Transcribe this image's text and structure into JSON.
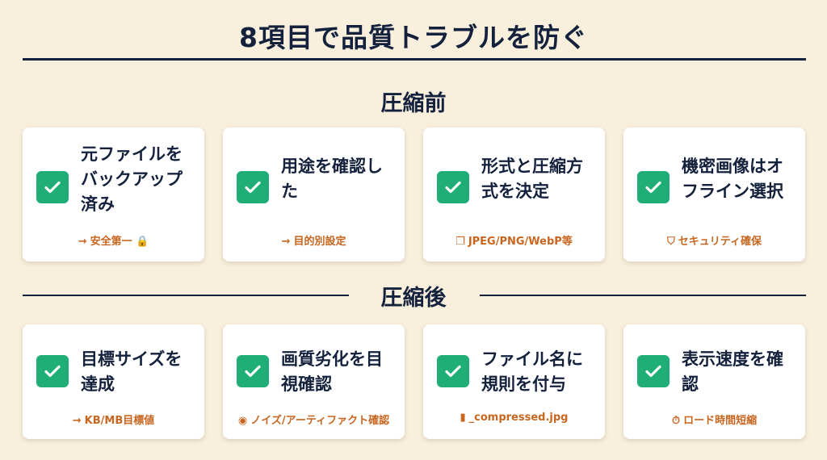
{
  "title": "8項目で品質トラブルを防ぐ",
  "colors": {
    "accent": "#1eae76",
    "note": "#c8651e",
    "text": "#14213d",
    "background": "#f8efdd"
  },
  "sections": [
    {
      "heading": "圧縮前",
      "items": [
        {
          "text": "元ファイルをバックアップ済み",
          "note_icon": "→",
          "note_icon_name": "arrow-right-icon",
          "note": "安全第一 🔒",
          "checked": true
        },
        {
          "text": "用途を確認した",
          "note_icon": "→",
          "note_icon_name": "arrow-right-icon",
          "note": "目的別設定",
          "checked": true
        },
        {
          "text": "形式と圧縮方式を決定",
          "note_icon": "❐",
          "note_icon_name": "files-icon",
          "note": "JPEG/PNG/WebP等",
          "checked": true
        },
        {
          "text": "機密画像はオフライン選択",
          "note_icon": "⛉",
          "note_icon_name": "shield-icon",
          "note": "セキュリティ確保",
          "checked": true
        }
      ]
    },
    {
      "heading": "圧縮後",
      "items": [
        {
          "text": "目標サイズを達成",
          "note_icon": "→",
          "note_icon_name": "arrow-right-icon",
          "note": "KB/MB目標値",
          "checked": true
        },
        {
          "text": "画質劣化を目視確認",
          "note_icon": "◉",
          "note_icon_name": "eye-icon",
          "note": "ノイズ/アーティファクト確認",
          "checked": true
        },
        {
          "text": "ファイル名に規則を付与",
          "note_icon": "▮",
          "note_icon_name": "file-icon",
          "note": "_compressed.jpg",
          "checked": true
        },
        {
          "text": "表示速度を確認",
          "note_icon": "⏱",
          "note_icon_name": "stopwatch-icon",
          "note": "ロード時間短縮",
          "checked": true
        }
      ]
    }
  ]
}
